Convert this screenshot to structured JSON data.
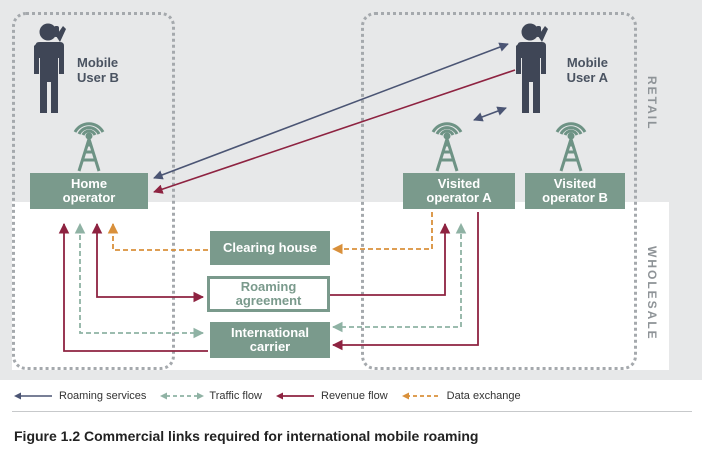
{
  "regions": {
    "retail": "RETAIL",
    "wholesale": "WHOLESALE"
  },
  "users": {
    "user_b": [
      "Mobile",
      "User B"
    ],
    "user_a": [
      "Mobile",
      "User A"
    ]
  },
  "operators": {
    "home": [
      "Home",
      "operator"
    ],
    "visited_a": [
      "Visited",
      "operator A"
    ],
    "visited_b": [
      "Visited",
      "operator B"
    ]
  },
  "intermediaries": {
    "clearing_house": "Clearing house",
    "roaming_agreement": [
      "Roaming",
      "agreement"
    ],
    "international_carrier": [
      "International",
      "carrier"
    ]
  },
  "legend": {
    "roaming_services": "Roaming services",
    "traffic_flow": "Traffic flow",
    "revenue_flow": "Revenue flow",
    "data_exchange": "Data exchange"
  },
  "colors": {
    "roaming_services": "#4b5574",
    "traffic_flow": "#8fb2a4",
    "revenue_flow": "#8e2341",
    "data_exchange": "#d9903b",
    "node_fill": "#7a9a8c",
    "person": "#3f4656",
    "tower": "#6e9385"
  },
  "icons": {
    "person": "person-on-phone-icon",
    "tower": "cell-tower-icon"
  },
  "caption": "Figure 1.2 Commercial links required for international mobile roaming"
}
